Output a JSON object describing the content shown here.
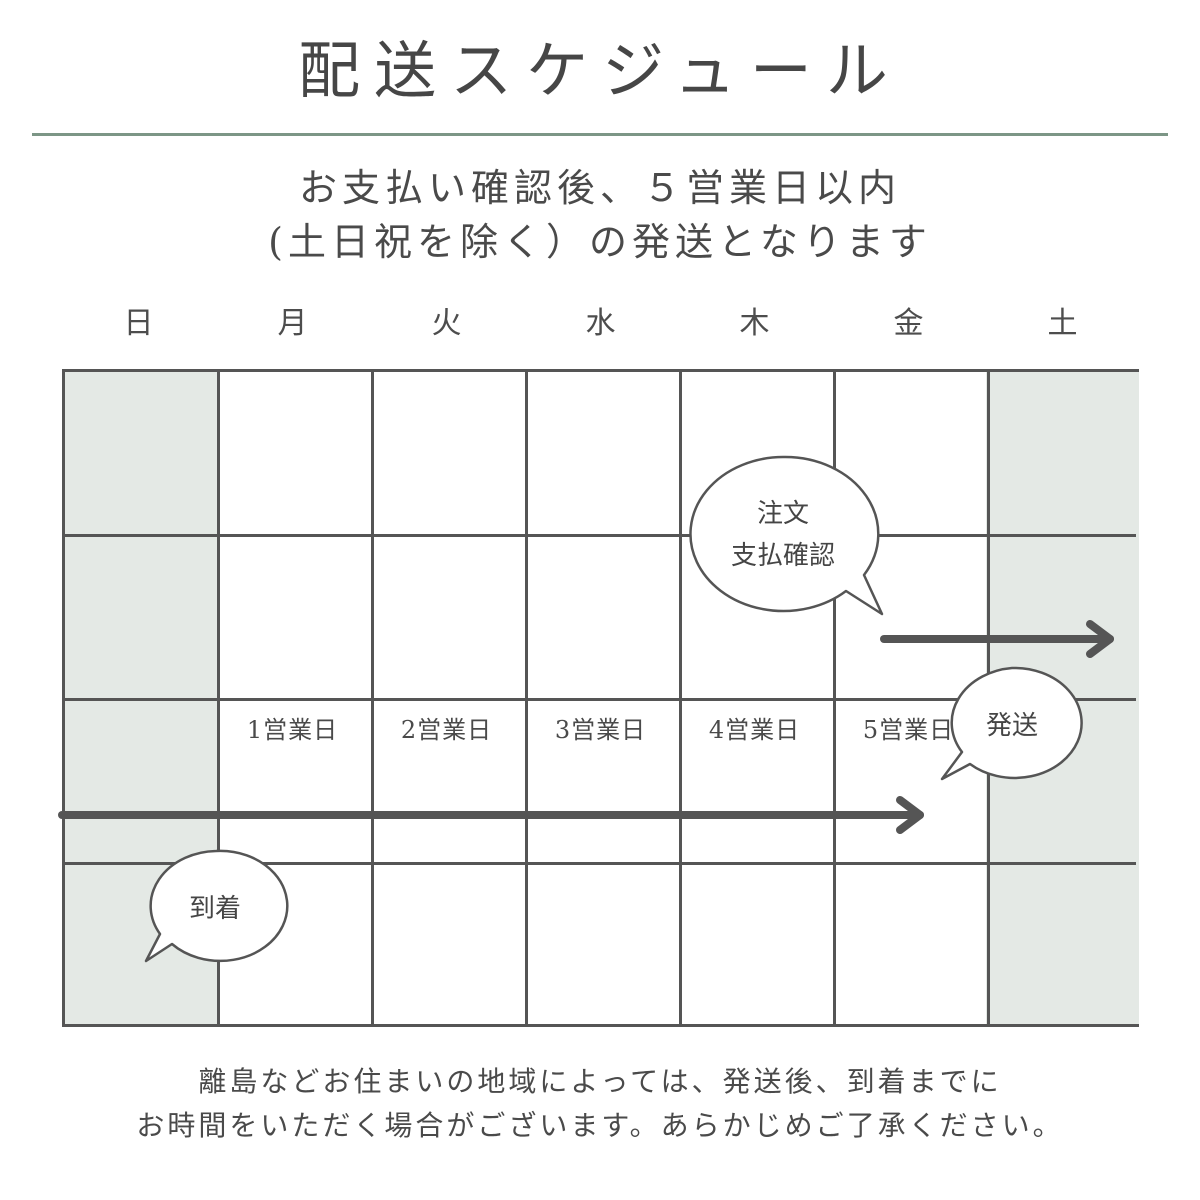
{
  "header": {
    "title": "配送スケジュール",
    "subtitle_line1": "お支払い確認後、５営業日以内",
    "subtitle_line2": "(土日祝を除く）の発送となります"
  },
  "calendar": {
    "weekdays": [
      "日",
      "月",
      "火",
      "水",
      "木",
      "金",
      "土"
    ],
    "business_days": [
      "1営業日",
      "2営業日",
      "3営業日",
      "4営業日",
      "5営業日"
    ]
  },
  "bubbles": {
    "order_line1": "注文",
    "order_line2": "支払確認",
    "ship": "発送",
    "arrival": "到着"
  },
  "footer": {
    "line1": "離島などお住まいの地域によっては、発送後、到着までに",
    "line2": "お時間をいただく場合がございます。あらかじめご了承ください。"
  },
  "colors": {
    "weekend_fill": "#e4e9e5",
    "rule": "#7c9686",
    "line": "#555555"
  }
}
